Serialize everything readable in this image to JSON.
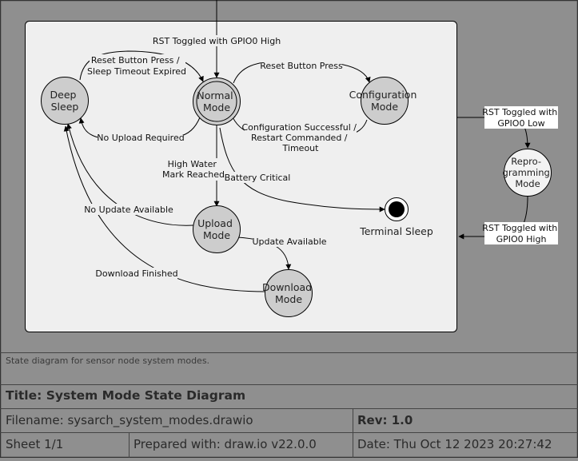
{
  "diagram": {
    "states": {
      "deep_sleep": [
        "Deep",
        "Sleep"
      ],
      "normal_mode": [
        "Normal",
        "Mode"
      ],
      "configuration_mode": [
        "Configuration",
        "Mode"
      ],
      "upload_mode": [
        "Upload",
        "Mode"
      ],
      "download_mode": [
        "Download",
        "Mode"
      ],
      "reprogramming_mode": [
        "Repro-",
        "gramming",
        "Mode"
      ],
      "terminal_sleep": "Terminal Sleep"
    },
    "transitions": {
      "rst_high_entry": "RST Toggled with GPIO0 High",
      "reset_or_timeout": [
        "Reset Button Press /",
        "Sleep Timeout Expired"
      ],
      "reset_button_press": "Reset Button Press",
      "no_upload_required": "No Upload Required",
      "config_successful": [
        "Configuration Successful /",
        "Restart Commanded /",
        "Timeout"
      ],
      "high_water_mark": [
        "High Water",
        "Mark Reached"
      ],
      "battery_critical": "Battery Critical",
      "no_update_available": "No Update Available",
      "update_available": "Update Available",
      "download_finished": "Download Finished",
      "rst_gpio0_low": [
        "RST Toggled with",
        "GPIO0 Low"
      ],
      "rst_gpio0_high": [
        "RST Toggled with",
        "GPIO0 High"
      ]
    }
  },
  "title_block": {
    "description": "State diagram for sensor node system modes.",
    "title": "Title: System Mode State Diagram",
    "filename": "Filename: sysarch_system_modes.drawio",
    "rev": "Rev: 1.0",
    "sheet": "Sheet 1/1",
    "prepared_with": "Prepared with: draw.io v22.0.0",
    "date": "Date: Thu Oct 12 2023 20:27:42"
  },
  "colors": {
    "page_bg": "#8f8f8f",
    "frame_bg": "#efefef",
    "state_fill": "#cdcdcd",
    "repro_fill": "#f3f3f3",
    "line": "#000000"
  }
}
